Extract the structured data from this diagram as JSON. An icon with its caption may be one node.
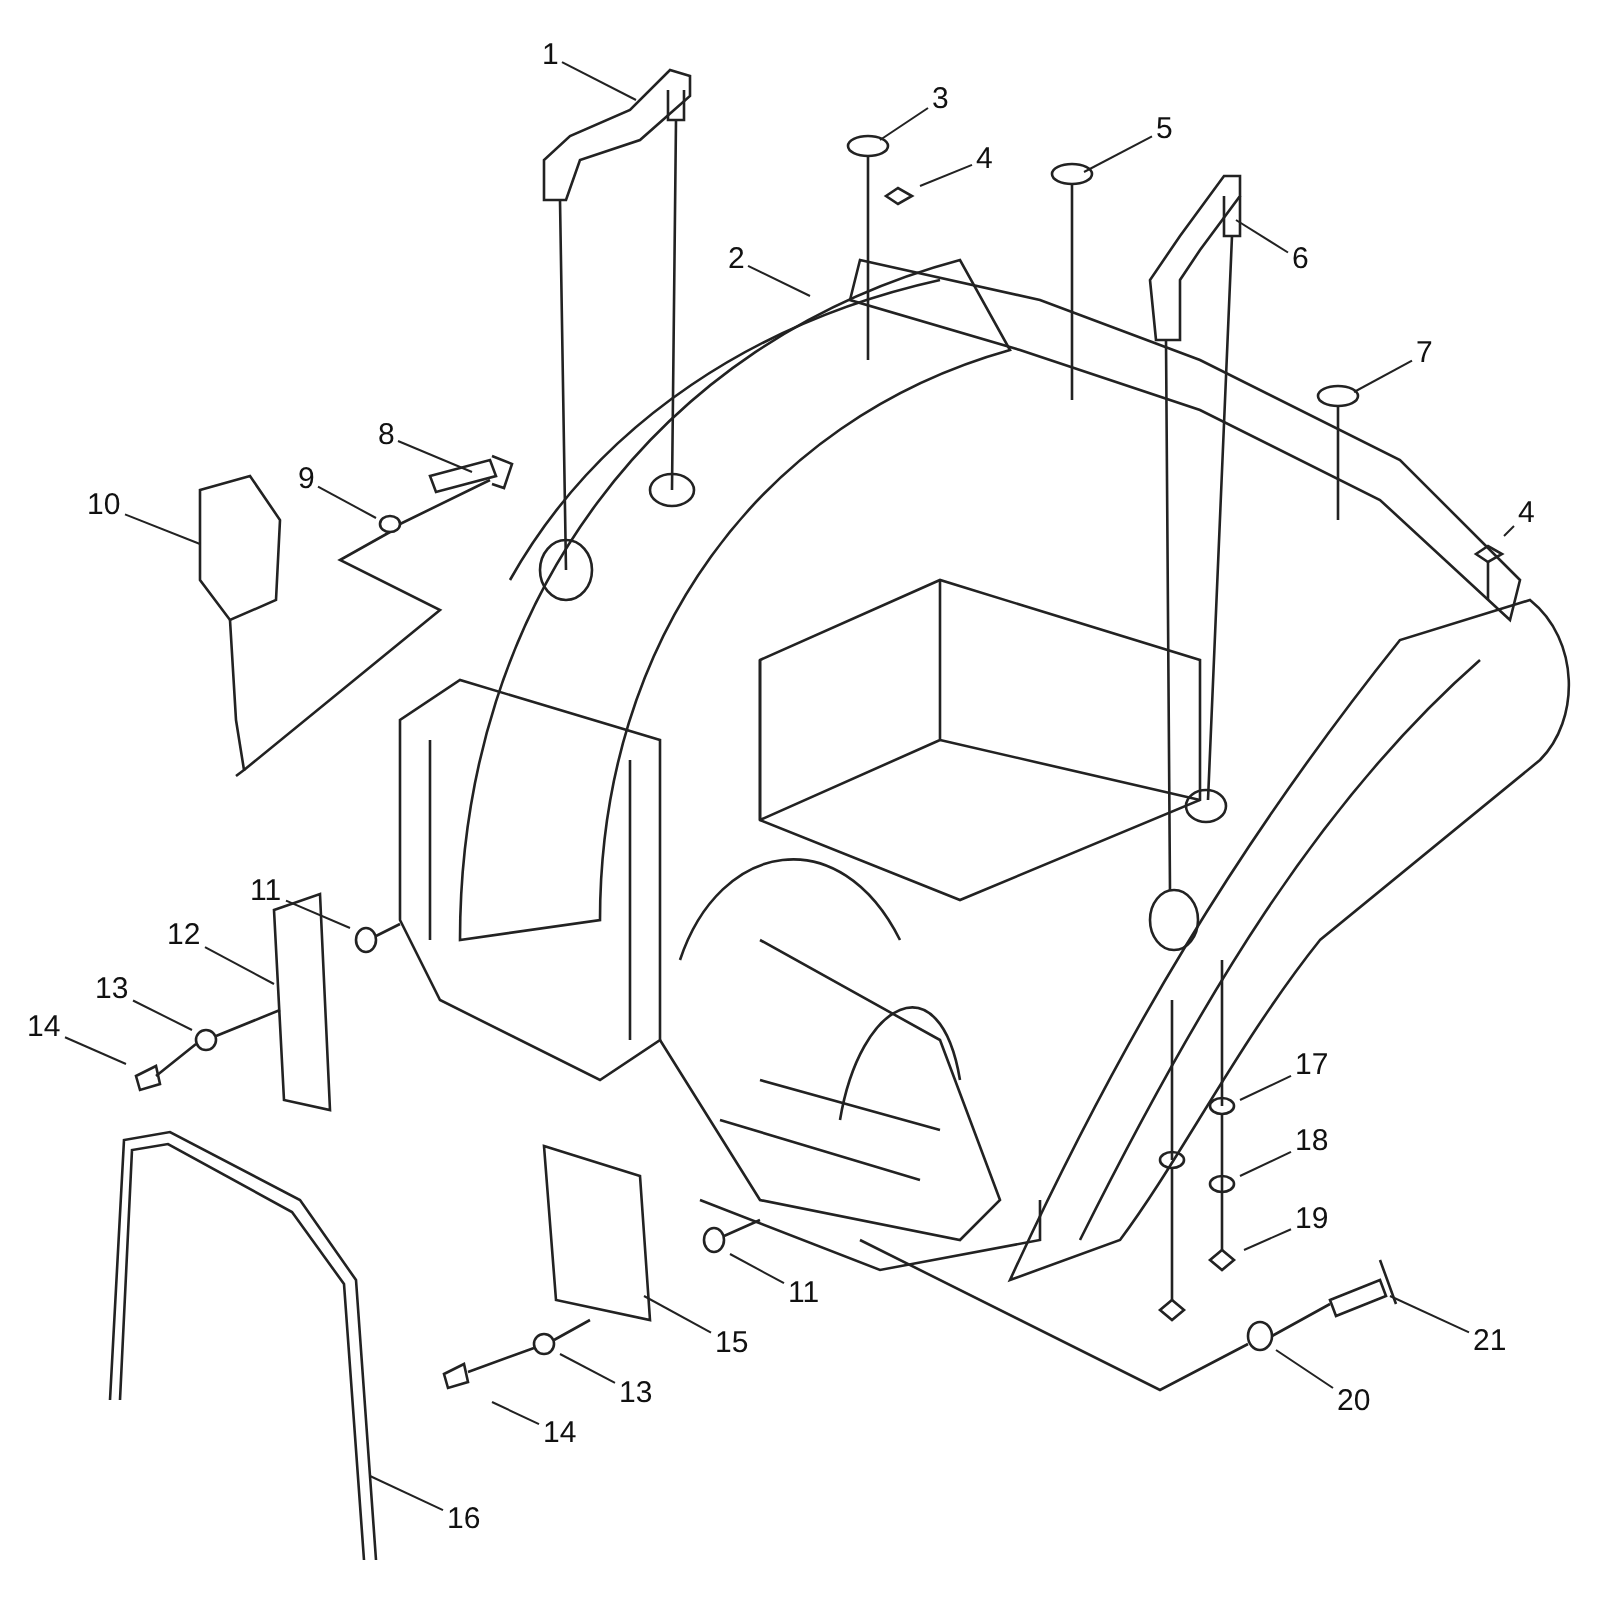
{
  "diagram": {
    "nodes": [
      {
        "text": [
          "1"
        ]
      },
      {
        "text": [
          "2"
        ]
      },
      {
        "text": [
          "3"
        ]
      },
      {
        "text": [
          "4"
        ]
      },
      {
        "text": [
          "5"
        ]
      },
      {
        "text": [
          "6"
        ]
      },
      {
        "text": [
          "7"
        ]
      },
      {
        "text": [
          "4"
        ]
      },
      {
        "text": [
          "8"
        ]
      },
      {
        "text": [
          "9"
        ]
      },
      {
        "text": [
          "10"
        ]
      },
      {
        "text": [
          "11"
        ]
      },
      {
        "text": [
          "12"
        ]
      },
      {
        "text": [
          "13"
        ]
      },
      {
        "text": [
          "14"
        ]
      },
      {
        "text": [
          "11"
        ]
      },
      {
        "text": [
          "15"
        ]
      },
      {
        "text": [
          "13"
        ]
      },
      {
        "text": [
          "14"
        ]
      },
      {
        "text": [
          "16"
        ]
      },
      {
        "text": [
          "17"
        ]
      },
      {
        "text": [
          "18"
        ]
      },
      {
        "text": [
          "19"
        ]
      },
      {
        "text": [
          "20"
        ]
      },
      {
        "text": [
          "21"
        ]
      }
    ],
    "edges": [
      {
        "from": 0,
        "to": null,
        "arrow": "none"
      },
      {
        "from": 1,
        "to": null,
        "arrow": "none"
      },
      {
        "from": 2,
        "to": null,
        "arrow": "none"
      },
      {
        "from": 3,
        "to": null,
        "arrow": "none"
      },
      {
        "from": 4,
        "to": null,
        "arrow": "none"
      },
      {
        "from": 5,
        "to": null,
        "arrow": "none"
      },
      {
        "from": 6,
        "to": null,
        "arrow": "none"
      },
      {
        "from": 7,
        "to": null,
        "arrow": "none"
      },
      {
        "from": 8,
        "to": null,
        "arrow": "none"
      },
      {
        "from": 9,
        "to": null,
        "arrow": "none"
      },
      {
        "from": 10,
        "to": null,
        "arrow": "none"
      },
      {
        "from": 11,
        "to": null,
        "arrow": "none"
      },
      {
        "from": 12,
        "to": null,
        "arrow": "none"
      },
      {
        "from": 13,
        "to": null,
        "arrow": "none"
      },
      {
        "from": 14,
        "to": null,
        "arrow": "none"
      },
      {
        "from": 15,
        "to": null,
        "arrow": "none"
      },
      {
        "from": 16,
        "to": null,
        "arrow": "none"
      },
      {
        "from": 17,
        "to": null,
        "arrow": "none"
      },
      {
        "from": 18,
        "to": null,
        "arrow": "none"
      },
      {
        "from": 19,
        "to": null,
        "arrow": "none"
      },
      {
        "from": 20,
        "to": null,
        "arrow": "none"
      },
      {
        "from": 21,
        "to": null,
        "arrow": "none"
      },
      {
        "from": 22,
        "to": null,
        "arrow": "none"
      },
      {
        "from": 23,
        "to": null,
        "arrow": "none"
      },
      {
        "from": 24,
        "to": null,
        "arrow": "none"
      }
    ]
  }
}
